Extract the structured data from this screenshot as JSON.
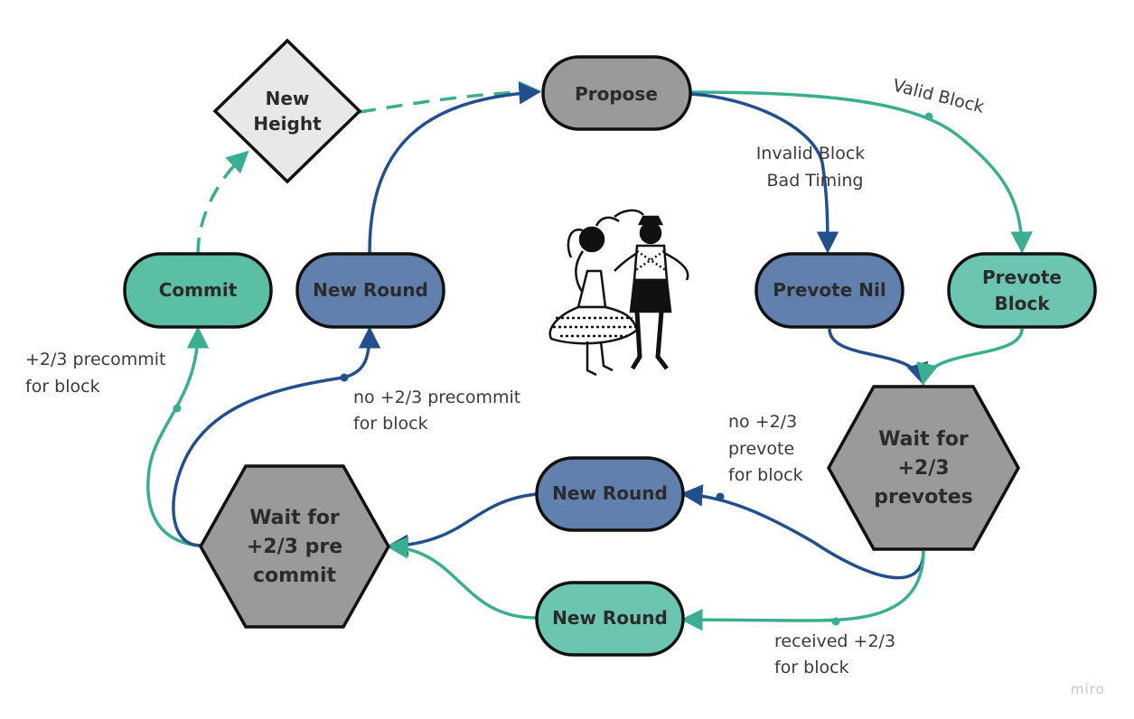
{
  "colors": {
    "teal": "#3aae91",
    "teal_fill": "#6cc5b0",
    "teal_dark": "#5bbfa5",
    "blue": "#234f8c",
    "blue_fill": "#6180ad",
    "grey_fill": "#9a9a9a",
    "light_fill": "#e8e8e8",
    "stroke": "#111111"
  },
  "nodes": {
    "propose": "Propose",
    "new_height_line1": "New",
    "new_height_line2": "Height",
    "commit": "Commit",
    "new_round_top": "New Round",
    "prevote_nil": "Prevote Nil",
    "prevote_block_line1": "Prevote",
    "prevote_block_line2": "Block",
    "wait_prevotes_line1": "Wait for",
    "wait_prevotes_line2": "+2/3",
    "wait_prevotes_line3": "prevotes",
    "wait_precommit_line1": "Wait for",
    "wait_precommit_line2": "+2/3 pre",
    "wait_precommit_line3": "commit",
    "new_round_mid": "New Round",
    "new_round_bottom": "New Round"
  },
  "edges": {
    "valid_block": "Valid Block",
    "invalid_block_line1": "Invalid Block",
    "invalid_block_line2": "Bad Timing",
    "precommit_for_block_line1": "+2/3 precommit",
    "precommit_for_block_line2": "for block",
    "no_precommit_line1": "no +2/3 precommit",
    "no_precommit_line2": "for block",
    "no_prevote_line1": "no +2/3",
    "no_prevote_line2": "prevote",
    "no_prevote_line3": "for block",
    "received_line1": "received +2/3",
    "received_line2": "for block"
  },
  "illustration": "dancing-couple-illustration",
  "watermark": "miro"
}
